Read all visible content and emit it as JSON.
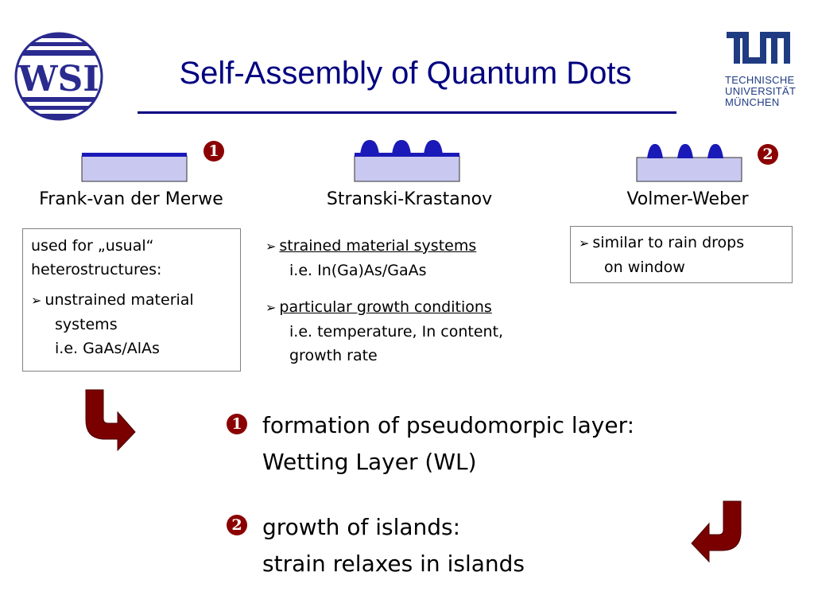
{
  "header": {
    "title": "Self-Assembly of Quantum Dots",
    "left_logo_text": "WSI",
    "right_logo": {
      "mark": "TUM",
      "line1": "TECHNISCHE",
      "line2": "UNIVERSITÄT",
      "line3": "MÜNCHEN"
    }
  },
  "modes": [
    {
      "label": "Frank-van der Merwe",
      "marker": "1"
    },
    {
      "label": "Stranski-Krastanov"
    },
    {
      "label": "Volmer-Weber",
      "marker": "2"
    }
  ],
  "fvdm_box": {
    "intro_line1": "used for „usual“",
    "intro_line2": "heterostructures:",
    "bullet": "➢",
    "item_line1": "unstrained material",
    "item_line2": "systems",
    "item_line3": "i.e. GaAs/AlAs"
  },
  "sk_list": {
    "bullet": "➢",
    "item1_title": "strained material systems",
    "item1_detail": "i.e. In(Ga)As/GaAs",
    "item2_title": "particular growth conditions",
    "item2_detail1": "i.e. temperature, In content,",
    "item2_detail2": "growth rate"
  },
  "vw_box": {
    "bullet": "➢",
    "line1": "similar to rain drops",
    "line2": "on window"
  },
  "steps": [
    {
      "marker": "1",
      "line1": "formation of pseudomorpic layer:",
      "line2": "Wetting Layer (WL)"
    },
    {
      "marker": "2",
      "line1": "growth of islands:",
      "line2": "strain relaxes in islands"
    }
  ],
  "colors": {
    "title": "#000080",
    "substrate": "#c8c8f0",
    "layer": "#1a1ab8",
    "arrow": "#7a0000",
    "marker": "#8b0000"
  },
  "icons": {
    "left_arrow": "curved-arrow-down-right-icon",
    "right_arrow": "curved-arrow-down-left-icon"
  }
}
